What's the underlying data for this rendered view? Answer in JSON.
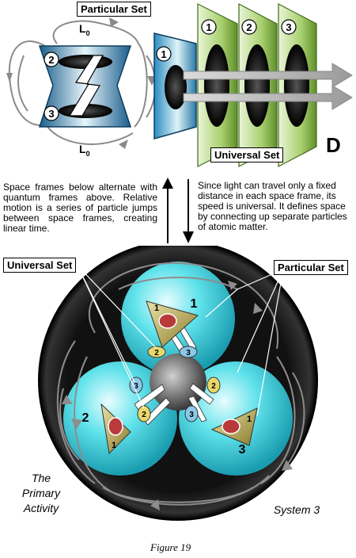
{
  "top": {
    "particular_set_label": "Particular Set",
    "universal_set_label": "Universal Set",
    "l0_top": "L",
    "l0_bottom": "L",
    "l0_subscript": "0",
    "d_label": "D",
    "left_numbers": [
      "2",
      "3"
    ],
    "cone_number": "1",
    "frame_numbers": [
      "1",
      "2",
      "3"
    ]
  },
  "middle": {
    "left_text": "Space frames below alternate with quantum frames above. Relative motion is a series of particle jumps between space frames, creating linear time.",
    "right_text": "Since light can travel only a fixed distance in each space frame, its speed is universal. It defines space by connecting up separate particles of atomic matter."
  },
  "bottom": {
    "universal_set_label": "Universal Set",
    "particular_set_label": "Particular Set",
    "sphere_numbers": [
      "1",
      "2",
      "3"
    ],
    "primary_activity": [
      "The",
      "Primary",
      "Activity"
    ],
    "system_label": "System 3"
  },
  "caption": "Figure 19",
  "colors": {
    "frame_green": "#8cbf4a",
    "cyan": "#3fd6e0",
    "dark_blue": "#1f6e9a",
    "black": "#000000"
  }
}
